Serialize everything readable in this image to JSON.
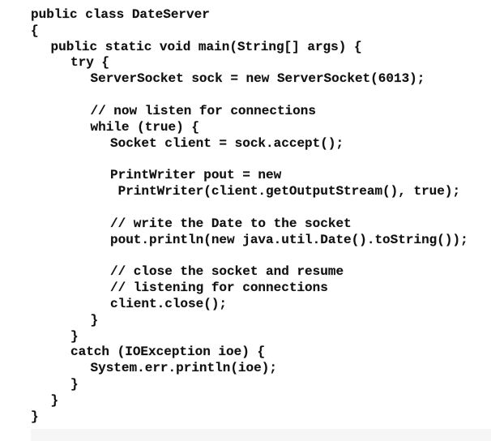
{
  "code": {
    "lines": [
      {
        "indent": 0,
        "text": "public class DateServer"
      },
      {
        "indent": 0,
        "text": "{"
      },
      {
        "indent": 1,
        "text": "public static void main(String[] args) {"
      },
      {
        "indent": 2,
        "text": "try {"
      },
      {
        "indent": 3,
        "text": "ServerSocket sock = new ServerSocket(6013);"
      },
      {
        "indent": 3,
        "text": ""
      },
      {
        "indent": 3,
        "text": "// now listen for connections"
      },
      {
        "indent": 3,
        "text": "while (true) {"
      },
      {
        "indent": 4,
        "text": "Socket client = sock.accept();"
      },
      {
        "indent": 4,
        "text": ""
      },
      {
        "indent": 4,
        "text": "PrintWriter pout = new"
      },
      {
        "indent": 4,
        "text": " PrintWriter(client.getOutputStream(), true);"
      },
      {
        "indent": 4,
        "text": ""
      },
      {
        "indent": 4,
        "text": "// write the Date to the socket"
      },
      {
        "indent": 4,
        "text": "pout.println(new java.util.Date().toString());"
      },
      {
        "indent": 4,
        "text": ""
      },
      {
        "indent": 4,
        "text": "// close the socket and resume"
      },
      {
        "indent": 4,
        "text": "// listening for connections"
      },
      {
        "indent": 4,
        "text": "client.close();"
      },
      {
        "indent": 3,
        "text": "}"
      },
      {
        "indent": 2,
        "text": "}"
      },
      {
        "indent": 2,
        "text": "catch (IOException ioe) {"
      },
      {
        "indent": 3,
        "text": "System.err.println(ioe);"
      },
      {
        "indent": 2,
        "text": "}"
      },
      {
        "indent": 1,
        "text": "}"
      },
      {
        "indent": 0,
        "text": "}"
      }
    ]
  }
}
